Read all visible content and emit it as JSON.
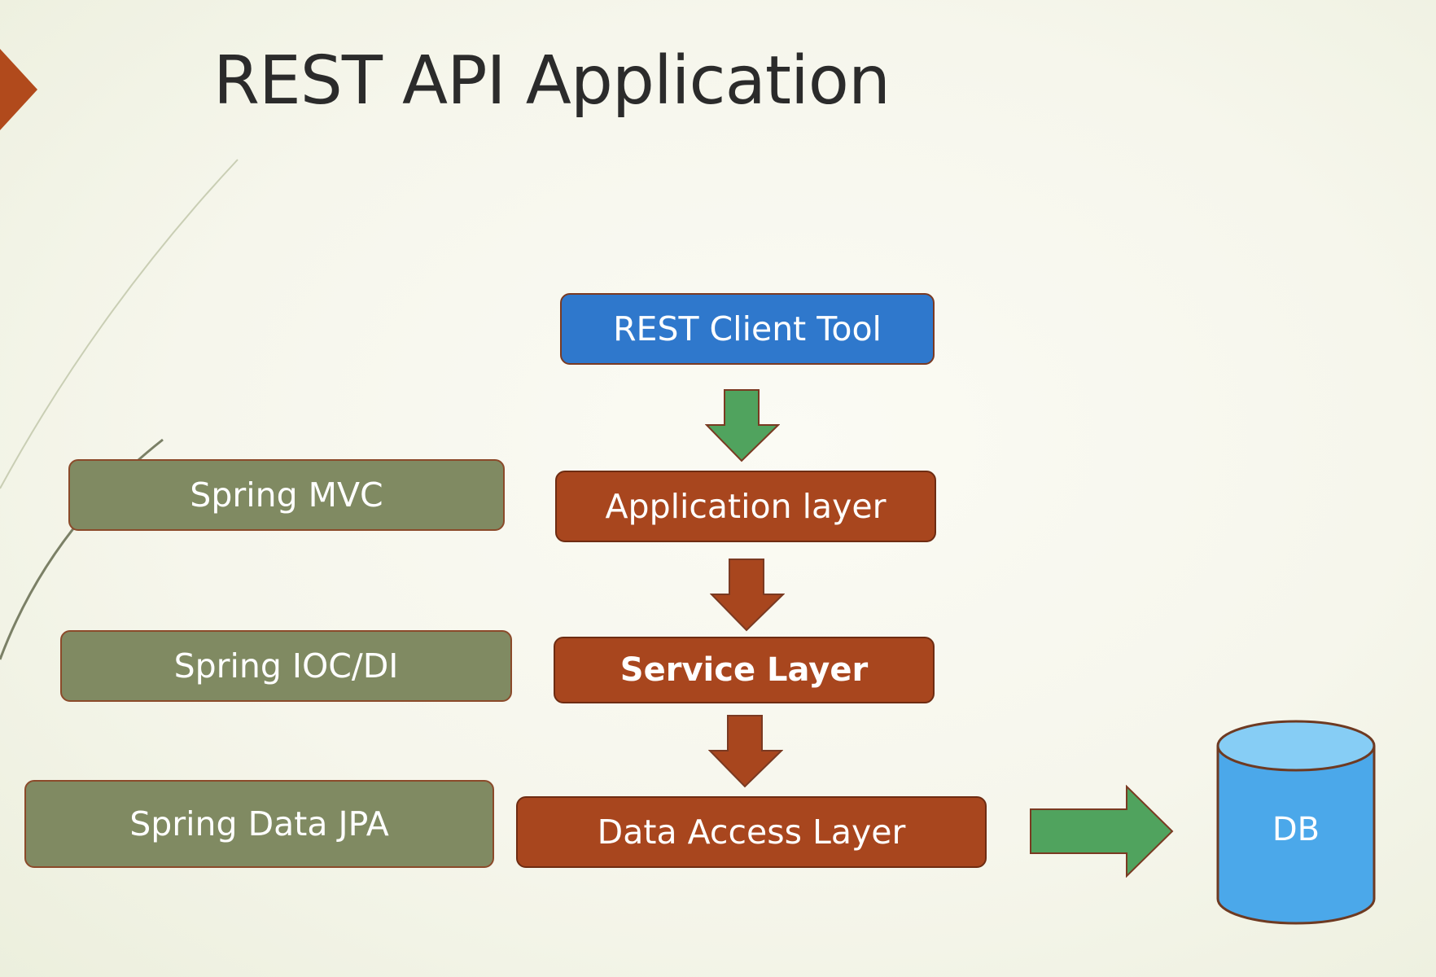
{
  "slide": {
    "title": "REST API Application"
  },
  "diagram": {
    "client": "REST Client Tool",
    "layers": {
      "application": "Application layer",
      "service": "Service Layer",
      "data_access": "Data Access Layer"
    },
    "technologies": {
      "mvc": "Spring MVC",
      "ioc": "Spring IOC/DI",
      "jpa": "Spring Data JPA"
    },
    "database": "DB"
  },
  "colors": {
    "accent": "#a8461e",
    "client_box": "#2f78cc",
    "tech_box": "#808a62",
    "green_arrow": "#50a35e",
    "db_cylinder": "#4ba8ea"
  }
}
